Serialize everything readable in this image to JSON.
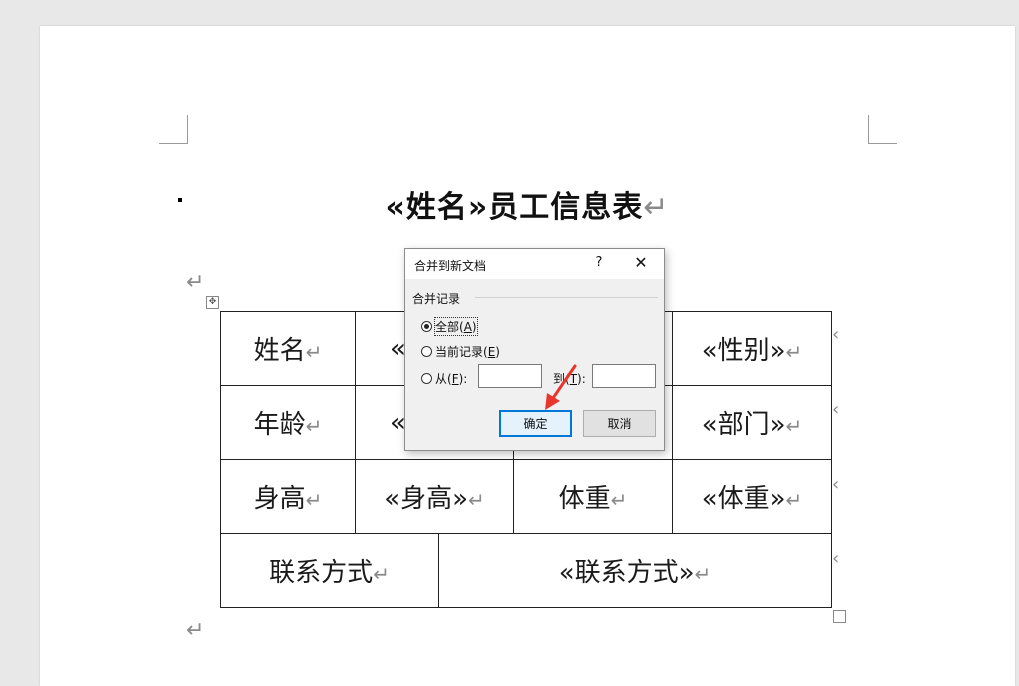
{
  "document": {
    "title": "«姓名»员工信息表",
    "return_mark": "↵",
    "table": [
      [
        {
          "text": "姓名"
        },
        {
          "text": "«"
        },
        {
          "text": ""
        },
        {
          "text": "«性别»"
        }
      ],
      [
        {
          "text": "年龄"
        },
        {
          "text": "«"
        },
        {
          "text": ""
        },
        {
          "text": "«部门»"
        }
      ],
      [
        {
          "text": "身高"
        },
        {
          "text": "«身高»"
        },
        {
          "text": "体重"
        },
        {
          "text": "«体重»"
        }
      ],
      [
        {
          "text": "联系方式"
        },
        {
          "text": "«联系方式»"
        }
      ]
    ]
  },
  "dialog": {
    "title": "合并到新文档",
    "help": "?",
    "close": "✕",
    "group_label": "合并记录",
    "options": {
      "all": {
        "label": "全部(",
        "key": "A",
        "end": ")",
        "selected": true
      },
      "current": {
        "label": "当前记录(",
        "key": "E",
        "end": ")",
        "selected": false
      },
      "from": {
        "label": "从(",
        "key": "F",
        "end": "):",
        "selected": false
      }
    },
    "to_label": "到(",
    "to_key": "T",
    "to_end": "):",
    "from_value": "",
    "to_value": "",
    "ok_label": "确定",
    "cancel_label": "取消"
  },
  "colors": {
    "accent": "#0078d7",
    "arrow": "#e8362d"
  }
}
